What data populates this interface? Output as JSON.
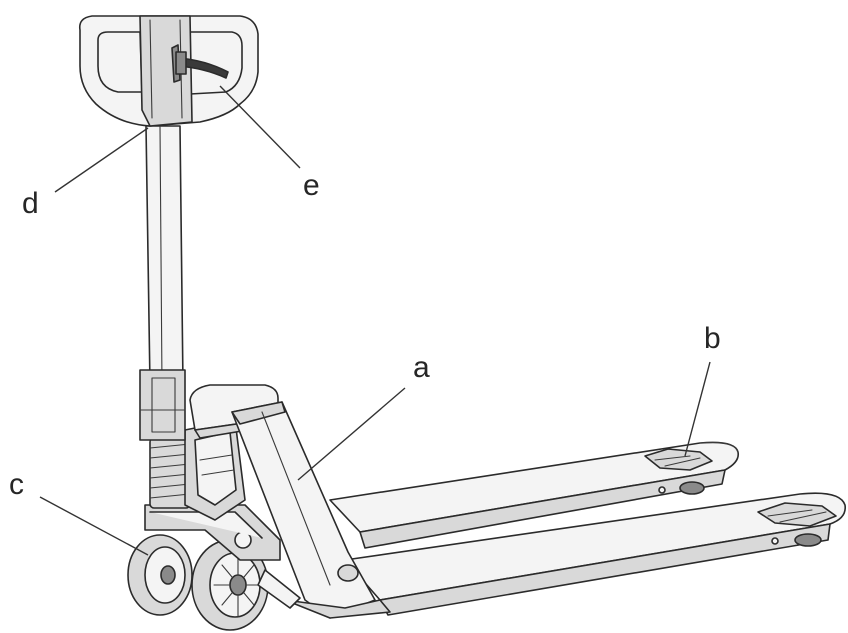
{
  "callouts": {
    "a": "a",
    "b": "b",
    "c": "c",
    "d": "d",
    "e": "e"
  },
  "colors": {
    "ink": "#2b2b2b",
    "background": "#ffffff"
  }
}
